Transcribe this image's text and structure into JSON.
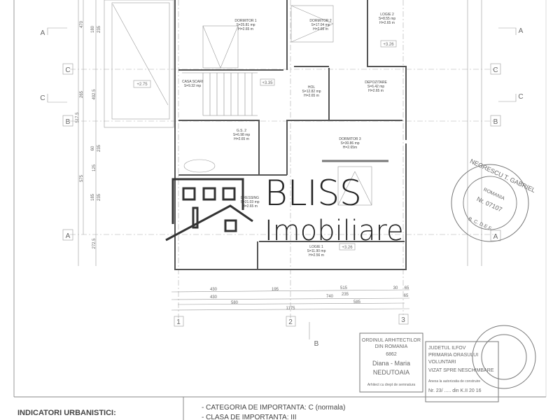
{
  "grid_axes": {
    "a": "A",
    "b": "B",
    "c": "C",
    "n1": "1",
    "n2": "2",
    "n3": "3"
  },
  "sections": {
    "a": "A",
    "c": "C",
    "b": "B"
  },
  "levels": {
    "terrace": "+2.75",
    "casa_scari": "+3.35",
    "logie2": "+3.26",
    "logie1": "+3.26"
  },
  "rooms": [
    {
      "name": "DORMITOR 1",
      "area": "S=25.81 mp",
      "height": "H=2.65 m"
    },
    {
      "name": "DORMITOR 2",
      "area": "S=17.04 mp",
      "height": "H=2.65 m"
    },
    {
      "name": "LOGIE 2",
      "area": "S=8.55 mp",
      "height": "H=2.65 m"
    },
    {
      "name": "CASA SCARI",
      "area": "S=9.32 mp",
      "height": ""
    },
    {
      "name": "HOL",
      "area": "S=12.82 mp",
      "height": "H=2.65 m"
    },
    {
      "name": "DEPOZITARE",
      "area": "S=6.42 mp",
      "height": "H=2.65 m"
    },
    {
      "name": "G.S. 2",
      "area": "S=6.98 mp",
      "height": "H=2.65 m"
    },
    {
      "name": "DRESSING",
      "area": "S=21.03 mp",
      "height": "H=2.65 m"
    },
    {
      "name": "DORMITOR 3",
      "area": "S=30.86 mp",
      "height": "H=2.65m"
    },
    {
      "name": "LOGIE 1",
      "area": "S=11.90 mp",
      "height": "H=2.56 m"
    }
  ],
  "dimensions": {
    "row1": [
      "430",
      "195",
      "515",
      "30",
      "65"
    ],
    "row2": [
      "430",
      "740",
      "235",
      "65"
    ],
    "row3": [
      "580",
      "585"
    ],
    "row4": "1175",
    "left_outer": [
      "470",
      "265",
      "517.5",
      "575",
      "272.5"
    ],
    "left_inner": [
      "180",
      "235",
      "492.5",
      "60",
      "235",
      "125",
      "185",
      "235"
    ]
  },
  "logo": {
    "line1": "BLISS",
    "line2": "Imobiliare"
  },
  "footer": {
    "heading": "INDICATORI URBANISTICI:",
    "lines": [
      "- CATEGORIA DE IMPORTANTA: C (normala)",
      "- CLASA DE IMPORTANTA: III"
    ]
  },
  "stamps": {
    "architect": [
      "ORDINUL ARHITECTILOR",
      "DIN ROMANIA",
      "6862",
      "Diana - Maria",
      "NEDUTOAIA",
      "Arhitect cu drept de semnatura"
    ],
    "authority": [
      "JUDETUL ILFOV",
      "PRIMARIA ORASULUI",
      "VOLUNTARI",
      "VIZAT SPRE NESCHIMBARE",
      "Anexa la autorizatia de construire",
      "Nr. 23/ ..... din K.II 20 16"
    ],
    "engineer": [
      "NEGRESCU T. GABRIEL",
      "ROMANIA",
      "Nr. 07107",
      "B. C. D.E.F."
    ]
  },
  "colors": {
    "ink": "#555555",
    "logo": "#222222",
    "paper": "#ffffff"
  }
}
